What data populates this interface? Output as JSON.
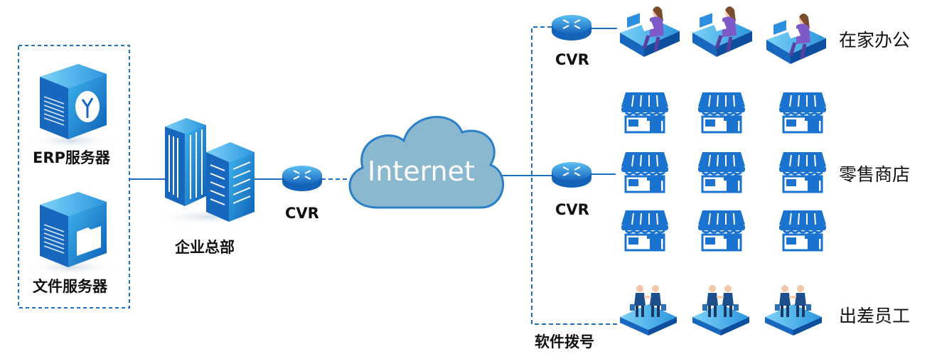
{
  "servers": {
    "erp_label": "ERP服务器",
    "file_label": "文件服务器"
  },
  "hq": {
    "label": "企业总部"
  },
  "routers": {
    "hq": "CVR",
    "home": "CVR",
    "retail": "CVR"
  },
  "cloud": {
    "label": "Internet"
  },
  "groups": {
    "home": "在家办公",
    "retail": "零售商店",
    "travel": "出差员工"
  },
  "dialup": {
    "label": "软件拨号"
  },
  "colors": {
    "link": "#1c6fc4",
    "accent": "#1e7fd6",
    "cloud": "#8ab8cf",
    "cloud_edge": "#2a80c8"
  }
}
